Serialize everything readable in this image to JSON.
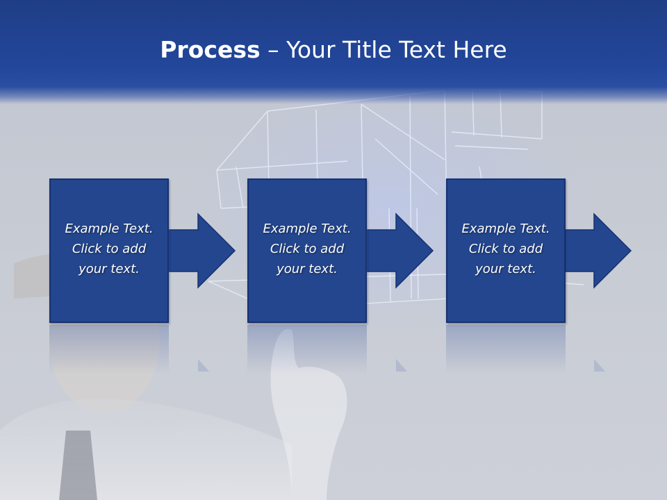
{
  "title": {
    "bold": "Process",
    "rest": " – Your Title Text Here"
  },
  "steps": [
    {
      "text": "Example Text.\nClick  to add\nyour text."
    },
    {
      "text": "Example Text.\nClick  to add\nyour text."
    },
    {
      "text": "Example Text.\nClick  to add\nyour text."
    }
  ],
  "colors": {
    "header": "#22469a",
    "box_fill": "#23468e",
    "box_border": "#163170",
    "arrow_fill": "#23468e",
    "text": "#ffffff"
  },
  "icons": {
    "arrow": "right-arrow-icon"
  }
}
